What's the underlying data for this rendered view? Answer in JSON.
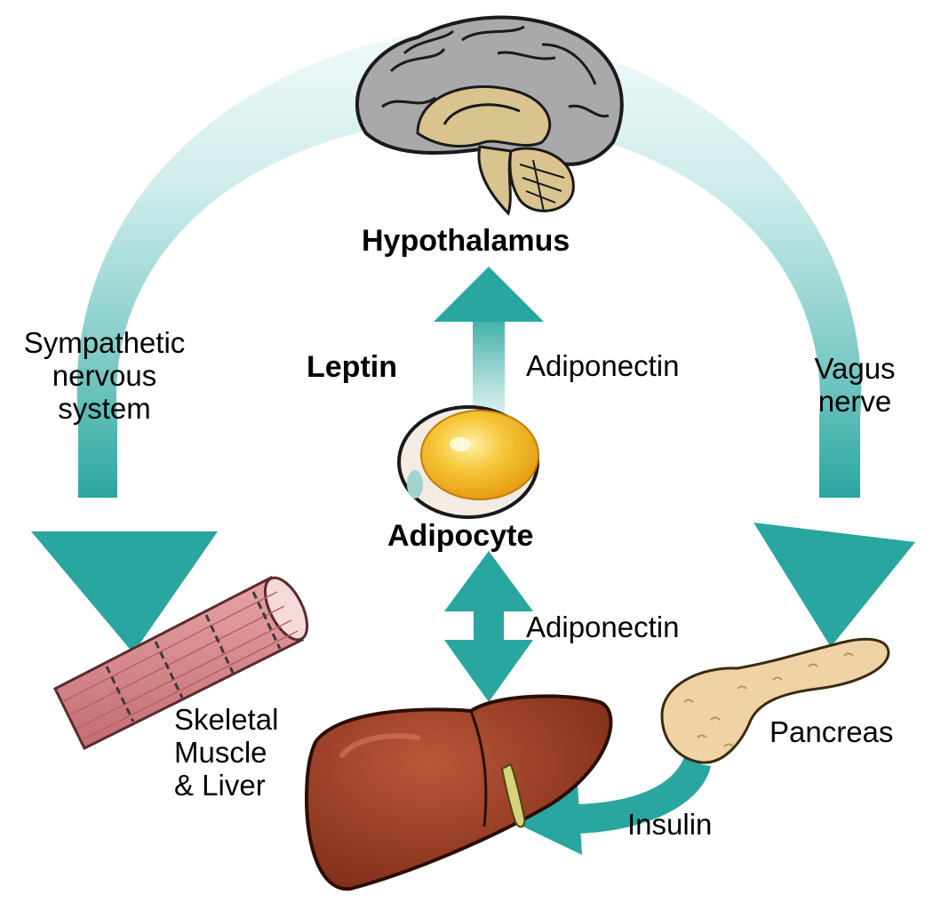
{
  "labels": {
    "hypothalamus": "Hypothalamus",
    "leptin": "Leptin",
    "adiponectin_top": "Adiponectin",
    "adipocyte": "Adipocyte",
    "adiponectin_bottom": "Adiponectin",
    "sympathetic_line1": "Sympathetic",
    "sympathetic_line2": "nervous",
    "sympathetic_line3": "system",
    "vagus_line1": "Vagus",
    "vagus_line2": "nerve",
    "skeletal_line1": "Skeletal",
    "skeletal_line2": "Muscle",
    "skeletal_line3": "& Liver",
    "pancreas": "Pancreas",
    "insulin": "Insulin"
  },
  "colors": {
    "arrow_teal": "#2aa6a0",
    "arrow_fade": "#e9f6f5",
    "brain_gray": "#a9a9ab",
    "brain_tan": "#d9c38f",
    "adipocyte_yellow": "#f2b21c",
    "liver_brown": "#9a3c23",
    "pancreas_tan": "#efd3a5",
    "muscle_pink": "#d78a8e"
  },
  "icons": [
    "brain-icon",
    "adipocyte-icon",
    "muscle-fiber-icon",
    "liver-icon",
    "pancreas-icon"
  ]
}
